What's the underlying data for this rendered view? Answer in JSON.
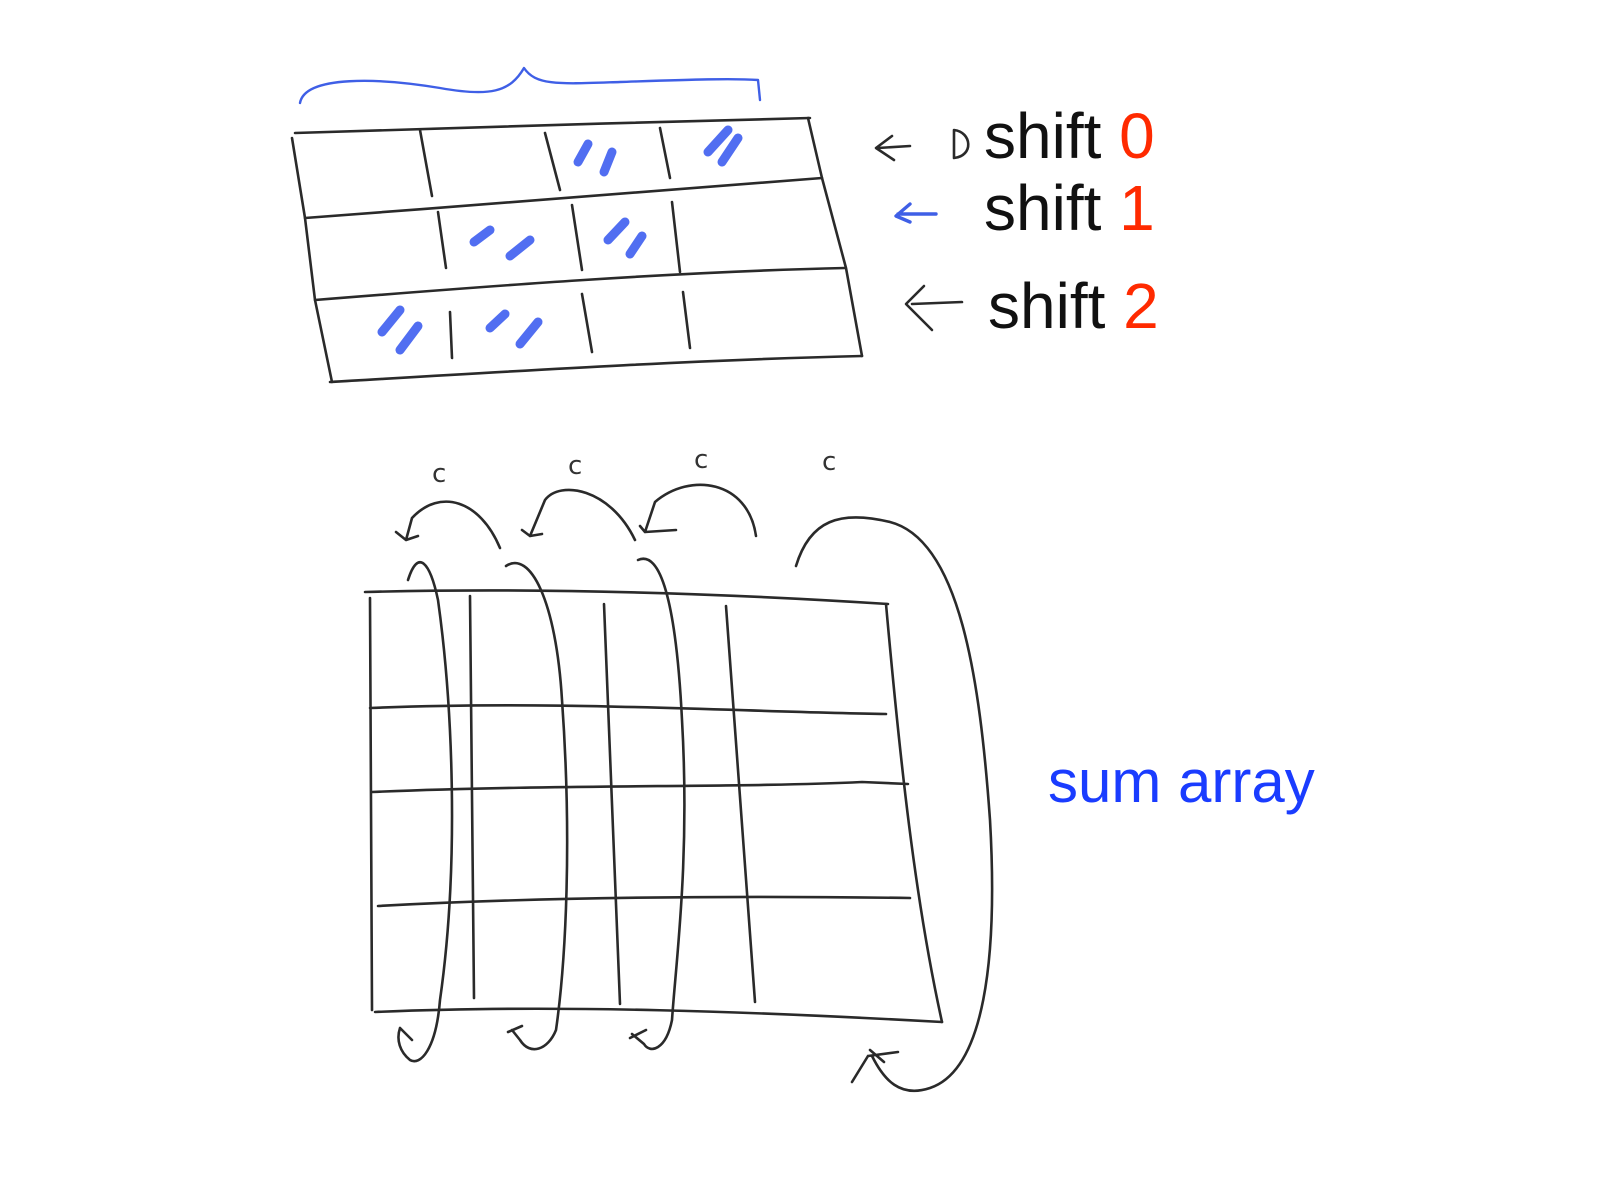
{
  "shift_rows": [
    {
      "word": "shift",
      "num": "0"
    },
    {
      "word": "shift",
      "num": "1"
    },
    {
      "word": "shift",
      "num": "2"
    }
  ],
  "sum_label": "sum array",
  "column_marks": [
    "c",
    "c",
    "c",
    "c"
  ],
  "colors": {
    "ink": "#2a2a2a",
    "highlight": "#3355ee",
    "shift_number": "#ff2a00",
    "sum_label": "#1a3cff"
  }
}
